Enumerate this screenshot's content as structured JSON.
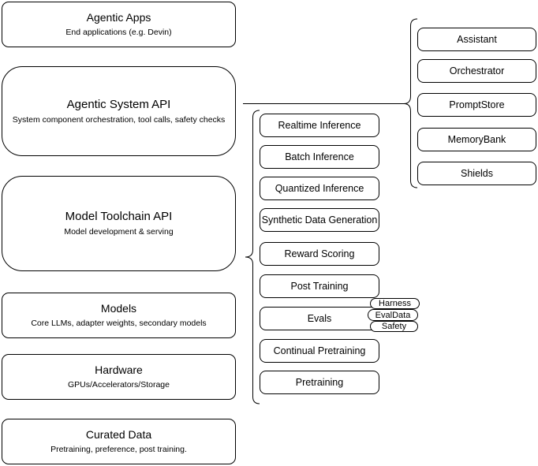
{
  "canvas": {
    "background": "#ffffff",
    "stroke_color": "#000000"
  },
  "stack": [
    {
      "title": "Agentic Apps",
      "subtitle": "End applications (e.g. Devin)"
    },
    {
      "title": "Agentic System API",
      "subtitle": "System component orchestration, tool calls, safety checks"
    },
    {
      "title": "Model Toolchain API",
      "subtitle": "Model development & serving"
    },
    {
      "title": "Models",
      "subtitle": "Core LLMs, adapter weights, secondary models"
    },
    {
      "title": "Hardware",
      "subtitle": "GPUs/Accelerators/Storage"
    },
    {
      "title": "Curated Data",
      "subtitle": "Pretraining, preference, post training."
    }
  ],
  "toolchain_items": [
    "Realtime Inference",
    "Batch Inference",
    "Quantized Inference",
    "Synthetic Data Generation",
    "Reward Scoring",
    "Post Training",
    "Evals",
    "Continual Pretraining",
    "Pretraining"
  ],
  "eval_tags": [
    "Harness",
    "EvalData",
    "Safety"
  ],
  "system_components": [
    "Assistant",
    "Orchestrator",
    "PromptStore",
    "MemoryBank",
    "Shields"
  ]
}
